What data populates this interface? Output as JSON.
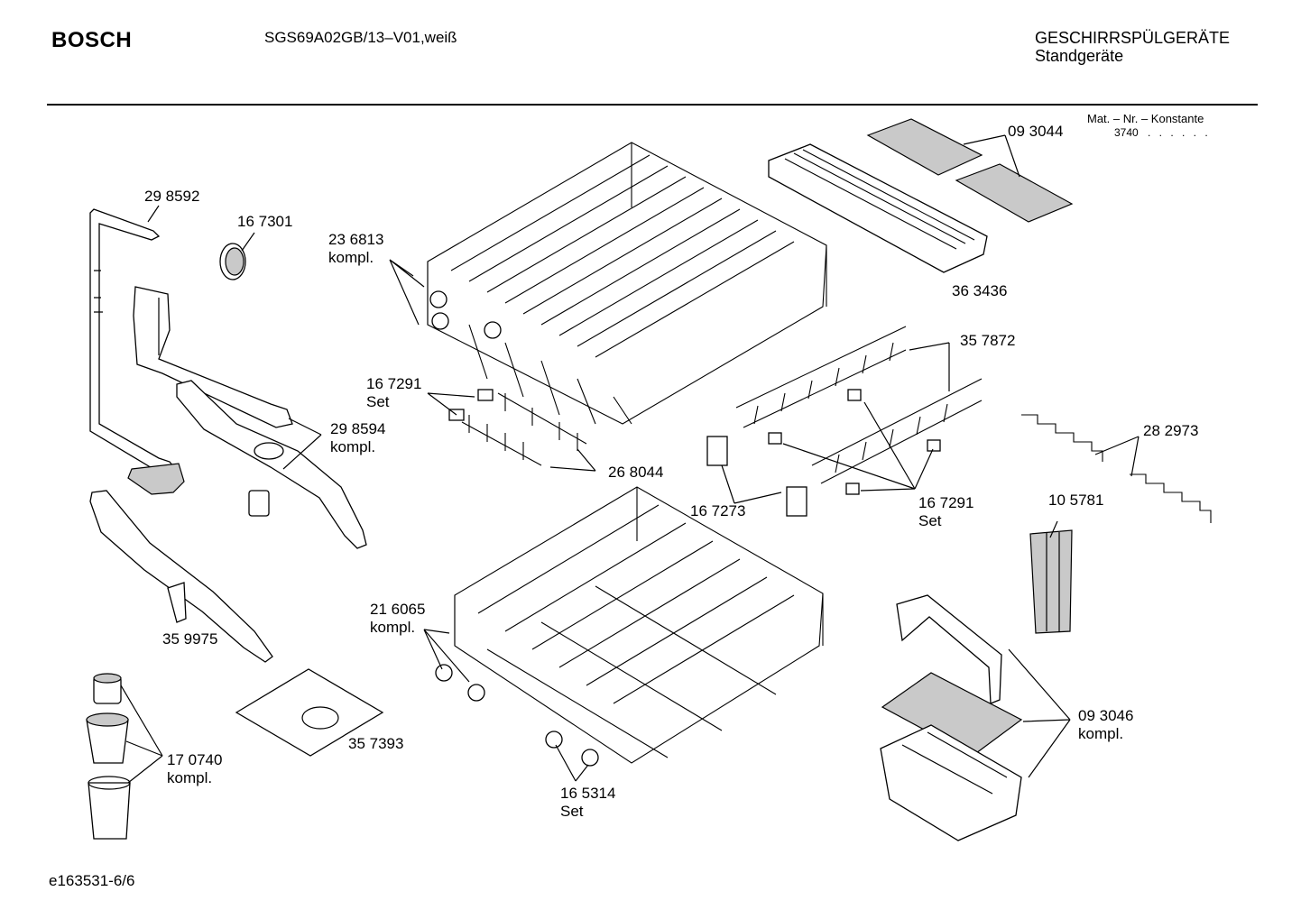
{
  "header": {
    "brand": "BOSCH",
    "model": "SGS69A02GB/13–V01,weiß",
    "category_line1": "GESCHIRRSPÜLGERÄTE",
    "category_line2": "Standgeräte"
  },
  "material_info": {
    "heading": "Mat. – Nr. – Konstante",
    "value": "3740",
    "dots": ". . . . . ."
  },
  "part_labels": [
    {
      "id": "p298592",
      "lines": [
        "29 8592"
      ]
    },
    {
      "id": "p167301",
      "lines": [
        "16 7301"
      ]
    },
    {
      "id": "p236813",
      "lines": [
        "23 6813",
        "kompl."
      ]
    },
    {
      "id": "p093044",
      "lines": [
        "09 3044"
      ]
    },
    {
      "id": "p363436",
      "lines": [
        "36 3436"
      ]
    },
    {
      "id": "p357872",
      "lines": [
        "35 7872"
      ]
    },
    {
      "id": "p167291a",
      "lines": [
        "16 7291",
        "Set"
      ]
    },
    {
      "id": "p298594",
      "lines": [
        "29 8594",
        "kompl."
      ]
    },
    {
      "id": "p268044",
      "lines": [
        "26 8044"
      ]
    },
    {
      "id": "p282973",
      "lines": [
        "28 2973"
      ]
    },
    {
      "id": "p167273",
      "lines": [
        "16 7273"
      ]
    },
    {
      "id": "p167291b",
      "lines": [
        "16 7291",
        "Set"
      ]
    },
    {
      "id": "p105781",
      "lines": [
        "10 5781"
      ]
    },
    {
      "id": "p216065",
      "lines": [
        "21 6065",
        "kompl."
      ]
    },
    {
      "id": "p359975",
      "lines": [
        "35 9975"
      ]
    },
    {
      "id": "p357393",
      "lines": [
        "35 7393"
      ]
    },
    {
      "id": "p093046",
      "lines": [
        "09 3046",
        "kompl."
      ]
    },
    {
      "id": "p170740",
      "lines": [
        "17 0740",
        "kompl."
      ]
    },
    {
      "id": "p165314",
      "lines": [
        "16 5314",
        "Set"
      ]
    }
  ],
  "footer": {
    "drawing_id": "e163531-6/6"
  }
}
